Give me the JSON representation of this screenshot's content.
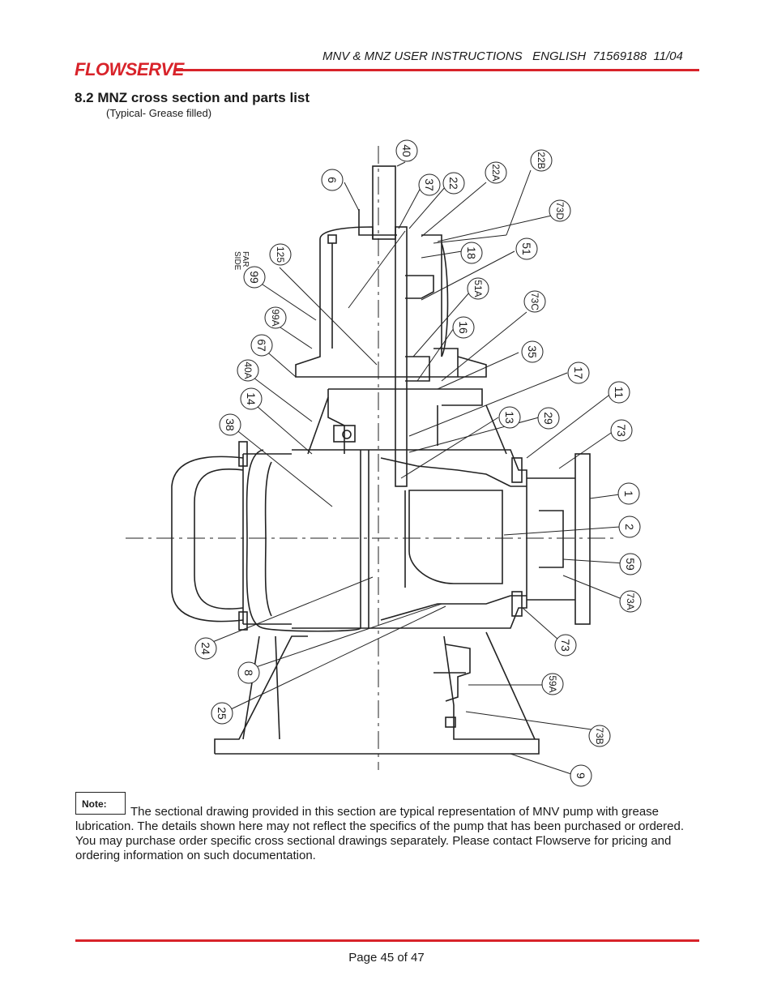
{
  "header": {
    "logo": "FLOWSERVE",
    "doc_ref": "MNV & MNZ USER INSTRUCTIONS   ENGLISH  71569188  11/04",
    "accent_color": "#d8232a"
  },
  "section": {
    "title": "8.2  MNZ cross section and parts list",
    "subtitle": "(Typical- Grease filled)"
  },
  "drawing": {
    "far_side_label_1": "FAR",
    "far_side_label_2": "SIDE",
    "callouts": [
      "40",
      "6",
      "37",
      "22",
      "22A",
      "22B",
      "73D",
      "18",
      "51",
      "125",
      "99",
      "51A",
      "73C",
      "99A",
      "16",
      "67",
      "35",
      "40A",
      "17",
      "14",
      "11",
      "38",
      "13",
      "29",
      "73",
      "1",
      "2",
      "59",
      "73A",
      "24",
      "73",
      "8",
      "59A",
      "25",
      "73B",
      "9"
    ]
  },
  "note": {
    "label": "Note:",
    "text": "The sectional drawing provided in this section are typical representation of  MNV pump with grease lubrication.  The details shown here may not reflect the specifics of the pump that has been purchased or ordered.  You may purchase order specific cross sectional drawings separately.  Please contact Flowserve for pricing and ordering information on such documentation."
  },
  "footer": {
    "page": "Page 45 of 47"
  }
}
